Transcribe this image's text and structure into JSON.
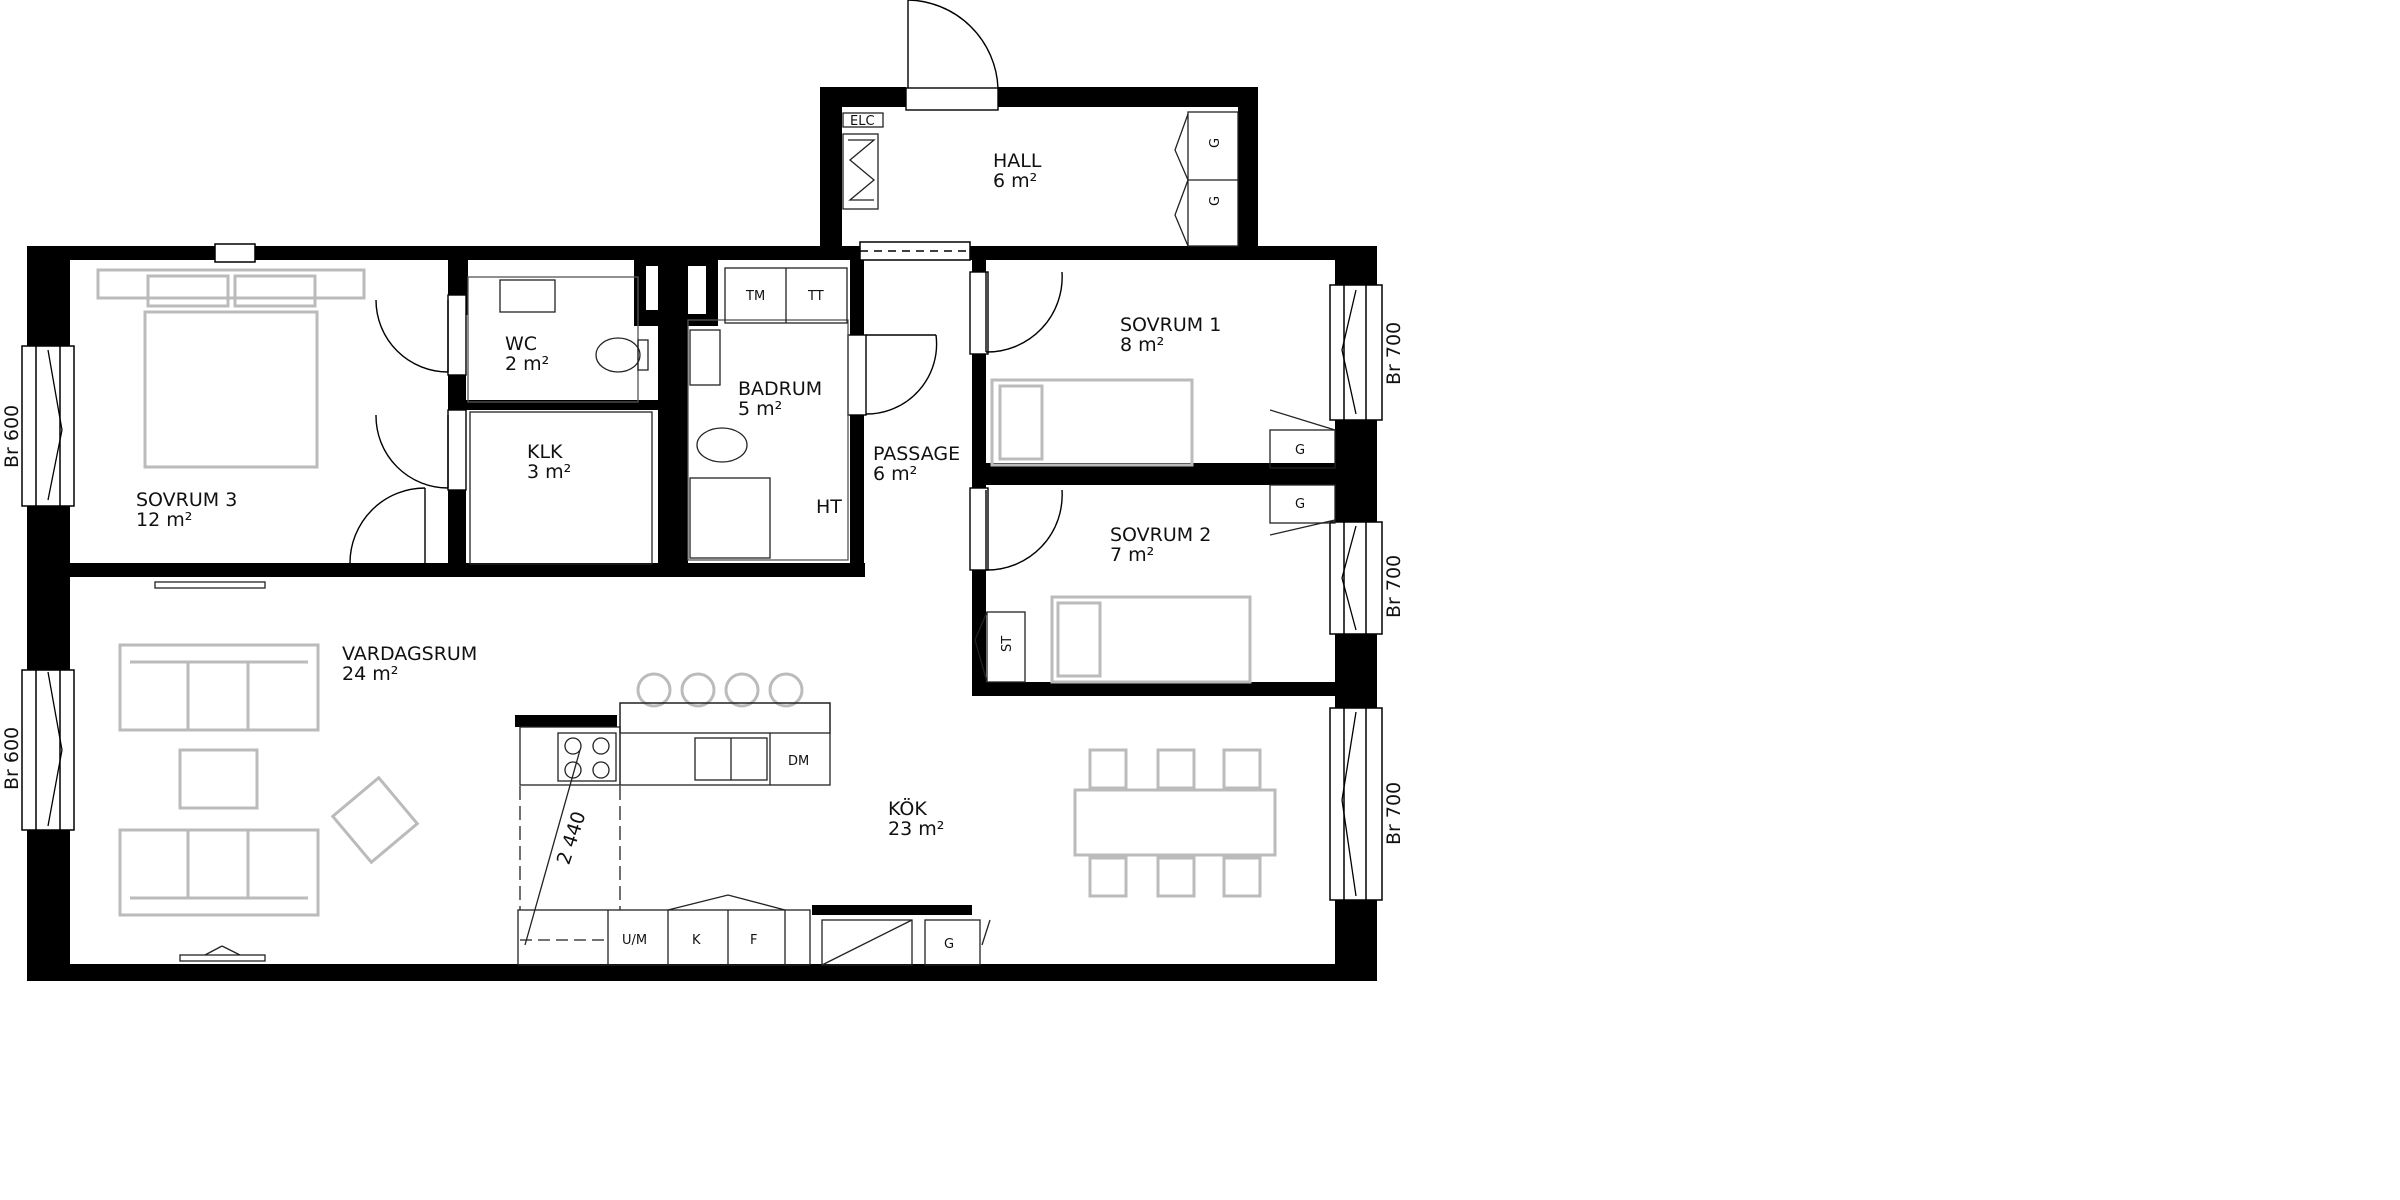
{
  "rooms": {
    "hall": {
      "name": "HALL",
      "area": "6 m²"
    },
    "sovrum1": {
      "name": "SOVRUM 1",
      "area": "8 m²"
    },
    "sovrum2": {
      "name": "SOVRUM 2",
      "area": "7 m²"
    },
    "sovrum3": {
      "name": "SOVRUM 3",
      "area": "12 m²"
    },
    "wc": {
      "name": "WC",
      "area": "2 m²"
    },
    "klk": {
      "name": "KLK",
      "area": "3 m²"
    },
    "badrum": {
      "name": "BADRUM",
      "area": "5 m²"
    },
    "passage": {
      "name": "PASSAGE",
      "area": "6 m²"
    },
    "vardagsrum": {
      "name": "VARDAGSRUM",
      "area": "24 m²"
    },
    "kok": {
      "name": "KÖK",
      "area": "23 m²"
    }
  },
  "symbols": {
    "elc": "ELC",
    "g": "G",
    "tm": "TM",
    "tt": "TT",
    "ht": "HT",
    "st": "ST",
    "dm": "DM",
    "um": "U/M",
    "k": "K",
    "f": "F"
  },
  "windows": {
    "br600": "Br 600",
    "br700": "Br 700"
  },
  "dimension": "2 440",
  "colors": {
    "wall": "#000000",
    "furniture": "#bbbbbb",
    "line": "#222222"
  }
}
